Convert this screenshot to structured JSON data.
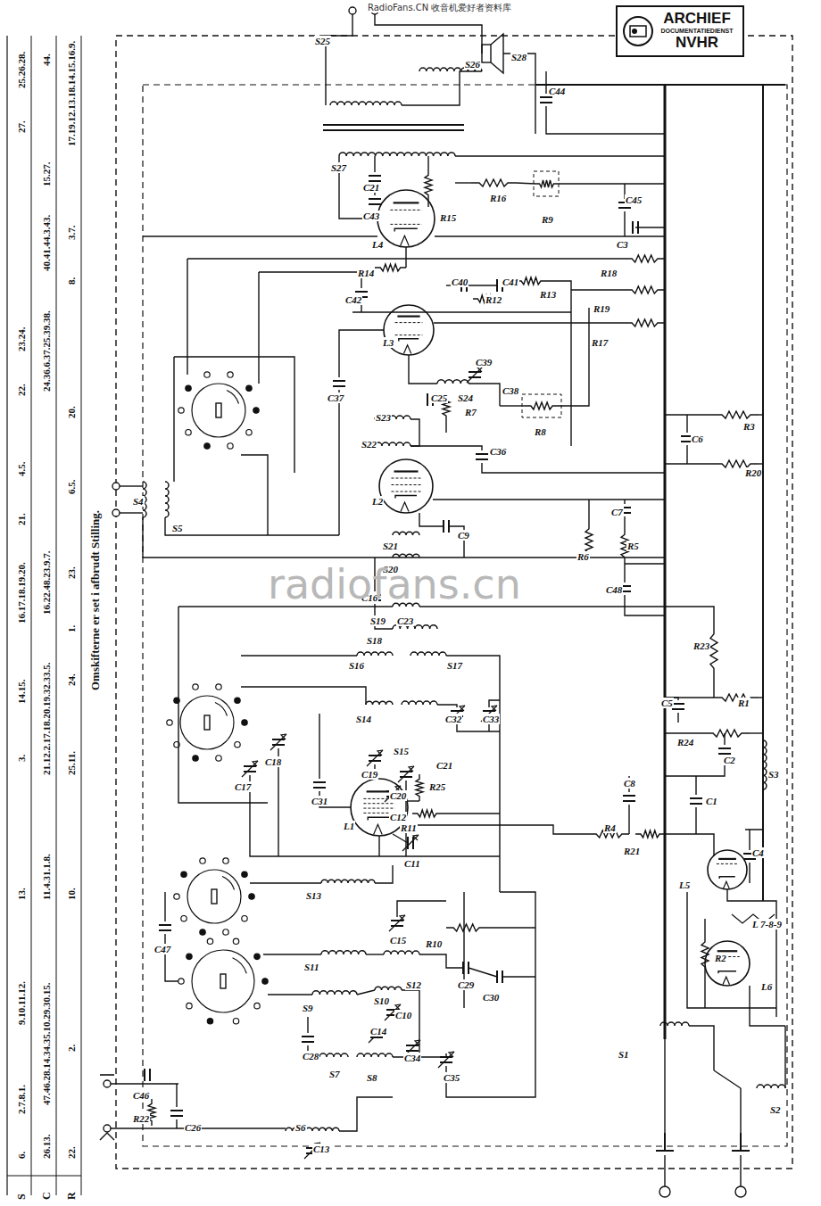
{
  "diagram": {
    "nodes": [
      {
        "text": [
          "ARCHIEF",
          "DOCUMENTATIEDIENST",
          "NVHR"
        ]
      }
    ],
    "labels": [
      "RadioFans.CN 收音机爱好者资料库",
      "S25",
      "S26",
      "S28",
      "C44",
      "S27",
      "C21",
      "C43",
      "R15",
      "R16",
      "R9",
      "C45",
      "L4",
      "C3",
      "R14",
      "R18",
      "C42",
      "C40",
      "R12",
      "C41",
      "R13",
      "R19",
      "L3",
      "R17",
      "C37",
      "C25",
      "S24",
      "C39",
      "R7",
      "C38",
      "R8",
      "S23",
      "S22",
      "C36",
      "C6",
      "R3",
      "R20",
      "L2",
      "S4",
      "S5",
      "C7",
      "R5",
      "R6",
      "C9",
      "S21",
      "S20",
      "C16",
      "S19",
      "C23",
      "S18",
      "C48",
      "R23",
      "S16",
      "S17",
      "C5",
      "R1",
      "S14",
      "C32",
      "C33",
      "S15",
      "C18",
      "C19",
      "C17",
      "C21",
      "R25",
      "C20",
      "R24",
      "C2",
      "S3",
      "C12",
      "R11",
      "C31",
      "L1",
      "C8",
      "C1",
      "C11",
      "R4",
      "R21",
      "C4",
      "L5",
      "S13",
      "L 7-8-9",
      "C15",
      "R10",
      "S11",
      "S12",
      "C29",
      "C30",
      "C47",
      "S9",
      "S10",
      "C10",
      "R2",
      "L6",
      "C14",
      "C28",
      "S7",
      "S8",
      "C34",
      "C35",
      "C46",
      "R22",
      "C26",
      "S6",
      "C13",
      "S1",
      "S2",
      "S",
      "C",
      "R",
      "6.",
      "2.7.8.1.",
      "9.10.11.12.",
      "13.",
      "3.",
      "14.15.",
      "16.17.18.19.20.",
      "21.",
      "4.5.",
      "22.",
      "23.24.",
      "27.",
      "25.26.28.",
      "26.13.",
      "47.46.28.14.34.35.10.29.30.15.",
      "11.4.31.1.8.",
      "21.12.2.17.18.20.19.32.33.5.",
      "16.22.48.23.9.7.",
      "24.36.6.37.25.39.38.",
      "40.41.44.3.43.",
      "15.27.",
      "44.",
      "22.",
      "2.",
      "10.",
      "25.11.",
      "24.",
      "1.",
      "23.",
      "6.5.",
      "20.",
      "8.",
      "3.7.",
      "17.19.12.13.18.14.15.16.9.",
      "Omskifterne er set i afbrudt Stilling.",
      "radiofans.cn"
    ]
  }
}
